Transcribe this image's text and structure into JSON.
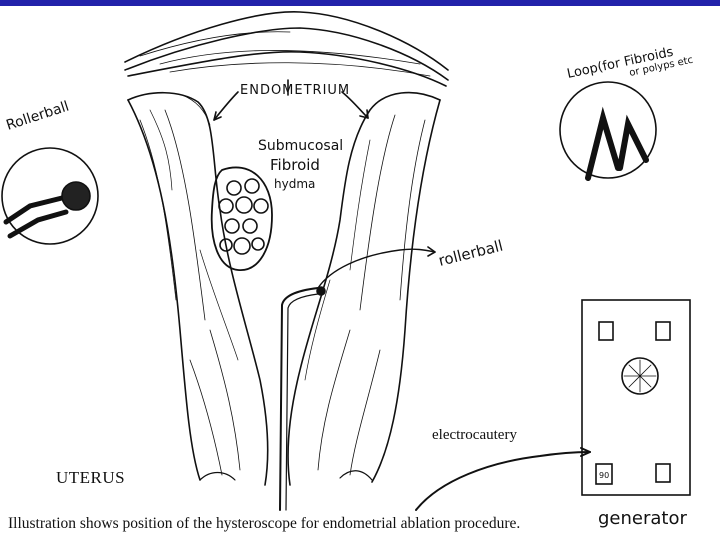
{
  "colors": {
    "top_bar": "#2222aa",
    "ink": "#111111"
  },
  "labels": {
    "endometrium": "ENDOMETRIUM",
    "submucosal_1": "Submucosal",
    "submucosal_2": "Fibroid",
    "submucosal_3": "hydma",
    "rollerball_left": "Rollerball",
    "rollerball_right": "rollerball",
    "loop_1": "Loop(for Fibroids",
    "loop_2": "or polyps etc",
    "electrocautery": "electrocautery",
    "generator": "generator",
    "generator_button": "90",
    "uterus": "UTERUS"
  },
  "caption": "Illustration shows position of the hysteroscope for endometrial ablation procedure."
}
